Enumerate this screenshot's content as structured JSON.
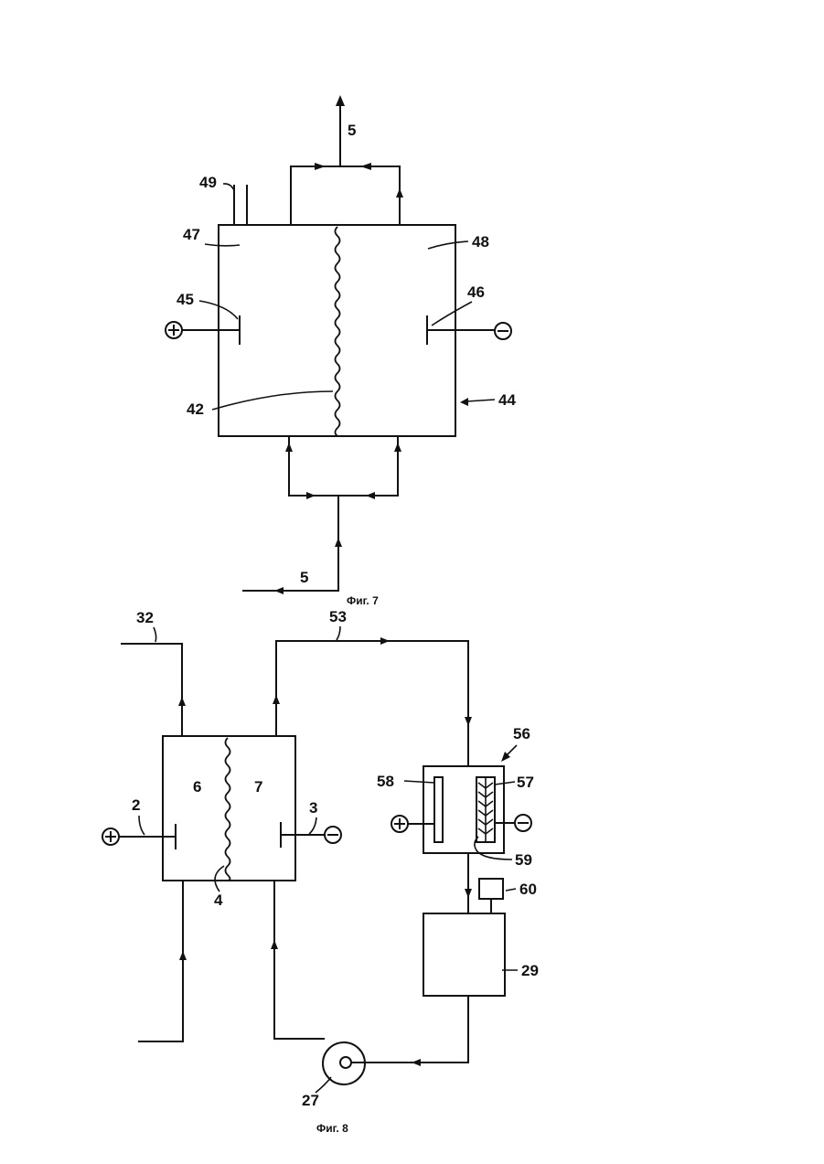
{
  "figure7": {
    "caption": "Фиг. 7",
    "labels": {
      "outlet": "5",
      "inlet": "5",
      "port": "49",
      "chamber_left": "47",
      "chamber_right": "48",
      "anode": "45",
      "cathode": "46",
      "membrane": "42",
      "cell": "44"
    },
    "terminals": {
      "positive": "+",
      "negative": "−"
    }
  },
  "figure8": {
    "caption": "Фиг. 8",
    "labels": {
      "line_left": "32",
      "line_top": "53",
      "chamber_anode": "6",
      "chamber_cathode": "7",
      "anode": "2",
      "cathode": "3",
      "membrane": "4",
      "aux_cell": "56",
      "aux_anode": "58",
      "aux_cathode": "57",
      "deposit": "59",
      "sensor": "60",
      "tank": "29",
      "pump": "27"
    },
    "terminals": {
      "positive": "+",
      "negative": "−"
    }
  },
  "colors": {
    "ink": "#111111",
    "paper": "#ffffff"
  }
}
